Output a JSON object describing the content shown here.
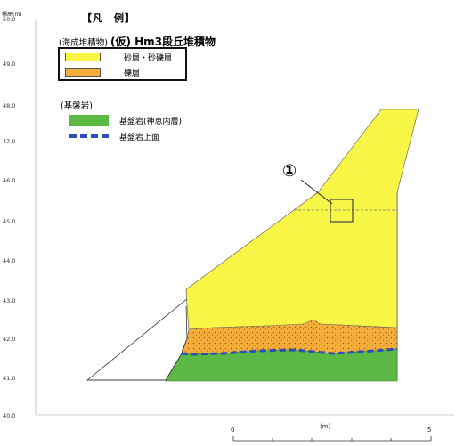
{
  "figure": {
    "y_axis": {
      "title": "標高(m)",
      "ticks": [
        "50.0",
        "49.0",
        "48.0",
        "47.0",
        "46.0",
        "45.0",
        "44.0",
        "43.0",
        "42.0",
        "41.0",
        "40.0"
      ]
    },
    "legend": {
      "title": "【凡　例】",
      "marine_group_label": "(海成堆積物)",
      "marine_unit_name": "(仮) Hm3段丘堆積物",
      "sand_label": "砂層・砂礫層",
      "gravel_label": "礫層",
      "bedrock_group_label": "(基盤岩)",
      "bedrock_label": "基盤岩(神恵内層)",
      "bedrock_surface_label": "基盤岩上面"
    },
    "annotation": "①",
    "scale": {
      "start": "0",
      "unit": "(m)",
      "end": "5"
    },
    "colors": {
      "sand": "#f7f545",
      "gravel": "#f6ad3a",
      "bedrock": "#5cb944",
      "bedrock_surface": "#2a4fb8",
      "outline": "#333333"
    }
  }
}
